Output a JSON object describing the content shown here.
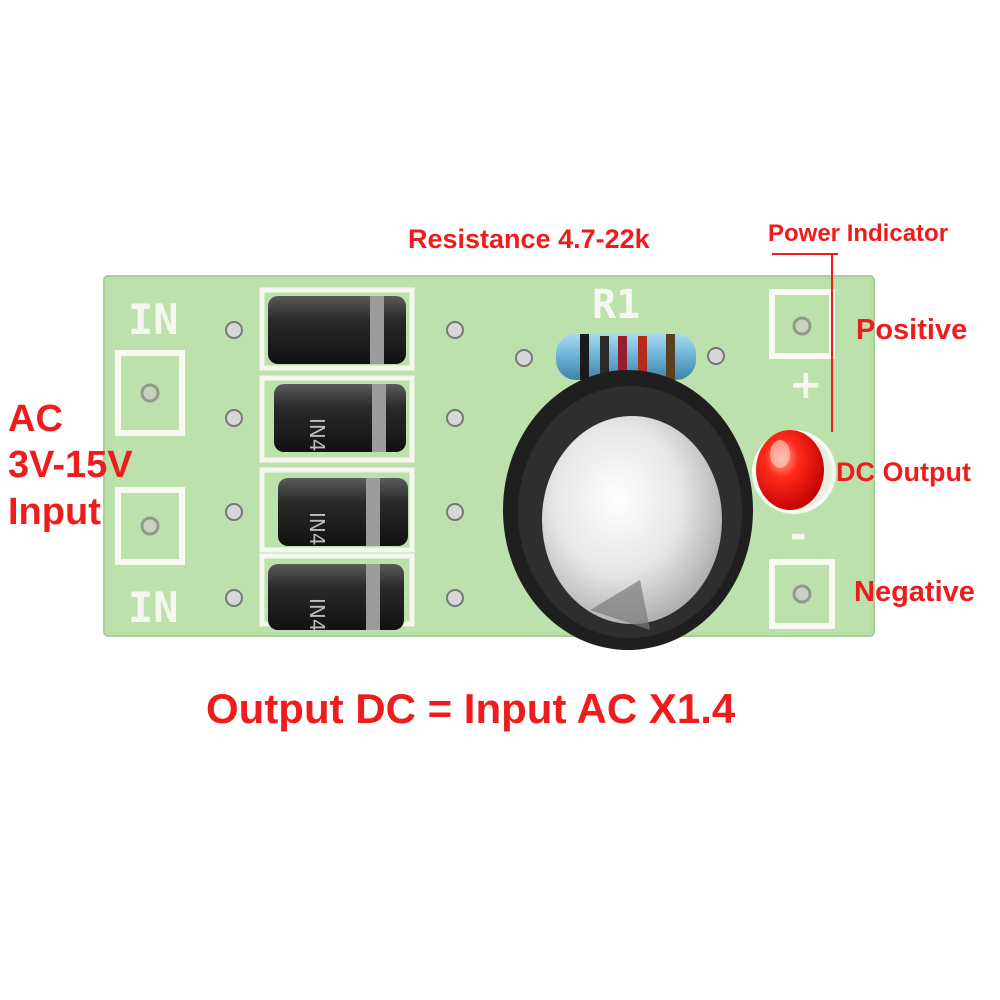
{
  "board": {
    "silkscreen_in_top": "IN",
    "silkscreen_in_bottom": "IN",
    "silkscreen_r1": "R1",
    "silkscreen_plus": "+",
    "silkscreen_minus": "-"
  },
  "annotations": {
    "resistance": "Resistance 4.7-22k",
    "power_indicator": "Power Indicator",
    "positive": "Positive",
    "dc_output": "DC Output",
    "negative": "Negative",
    "ac_line1": "AC",
    "ac_line2": "3V-15V",
    "ac_line3": "Input",
    "formula": "Output DC = Input AC X1.4"
  },
  "colors": {
    "annotation_red": "#ee1c1c",
    "pcb_green": "#b8dfa8",
    "silkscreen_white": "#f4f8ee",
    "diode_body": "#2b2b2b",
    "led_red": "#ff1a1a",
    "resistor_blue": "#6fb6d8"
  }
}
